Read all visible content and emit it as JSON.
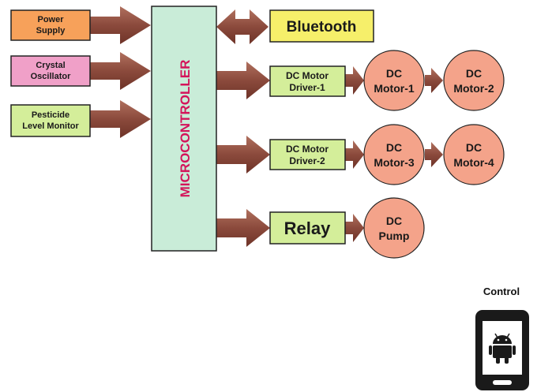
{
  "inputs": [
    {
      "line1": "Power",
      "line2": "Supply",
      "color": "#f7a15a"
    },
    {
      "line1": "Crystal",
      "line2": "Oscillator",
      "color": "#f0a0c8"
    },
    {
      "line1": "Pesticide",
      "line2": "Level Monitor",
      "color": "#d4ee9a"
    }
  ],
  "controller": {
    "label": "MICROCONTROLLER",
    "color": "#c9ecd8",
    "text_color": "#d4145a"
  },
  "bluetooth": {
    "label": "Bluetooth",
    "color": "#f6ef6a"
  },
  "drivers": [
    {
      "line1": "DC Motor",
      "line2": "Driver-1"
    },
    {
      "line1": "DC Motor",
      "line2": "Driver-2"
    }
  ],
  "relay": {
    "label": "Relay"
  },
  "motors": [
    {
      "line1": "DC",
      "line2": "Motor-1"
    },
    {
      "line1": "DC",
      "line2": "Motor-2"
    },
    {
      "line1": "DC",
      "line2": "Motor-3"
    },
    {
      "line1": "DC",
      "line2": "Motor-4"
    }
  ],
  "pump": {
    "line1": "DC",
    "line2": "Pump"
  },
  "control": {
    "label": "Control",
    "icon": "android-phone-icon"
  },
  "colors": {
    "driver_fill": "#d4ee9a",
    "motor_fill": "#f4a38a",
    "arrow_fill": "#8b4a3c",
    "stroke": "#222222"
  }
}
